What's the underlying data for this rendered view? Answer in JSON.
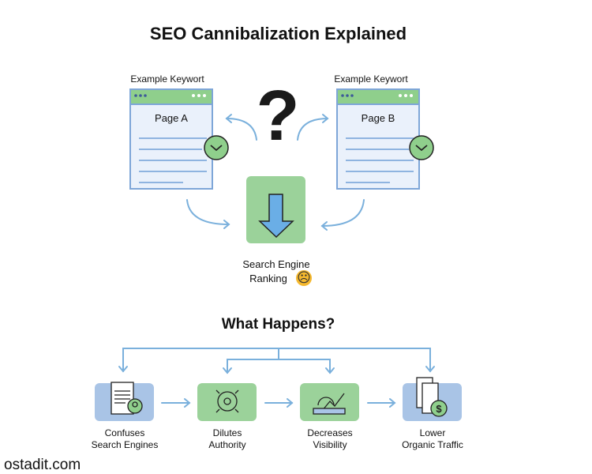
{
  "title": "SEO Cannibalization Explained",
  "pages": [
    {
      "keyword": "Example Keywort",
      "label": "Page A"
    },
    {
      "keyword": "Example Keywort",
      "label": "Page B"
    }
  ],
  "question_mark": "?",
  "ranking": {
    "line1": "Search Engine",
    "line2": "Ranking",
    "emoji": "☹"
  },
  "what_happens": "What Happens?",
  "steps": [
    {
      "line1": "Confuses",
      "line2": "Search Engines"
    },
    {
      "line1": "Dilutes",
      "line2": "Authority"
    },
    {
      "line1": "Decreases",
      "line2": "Visibility"
    },
    {
      "line1": "Lower",
      "line2": "Organic Traffic"
    }
  ],
  "watermark": "ostadit.com",
  "colors": {
    "green": "#9bd29a",
    "blue": "#a9c4e6",
    "arrow": "#7ab0dc"
  }
}
